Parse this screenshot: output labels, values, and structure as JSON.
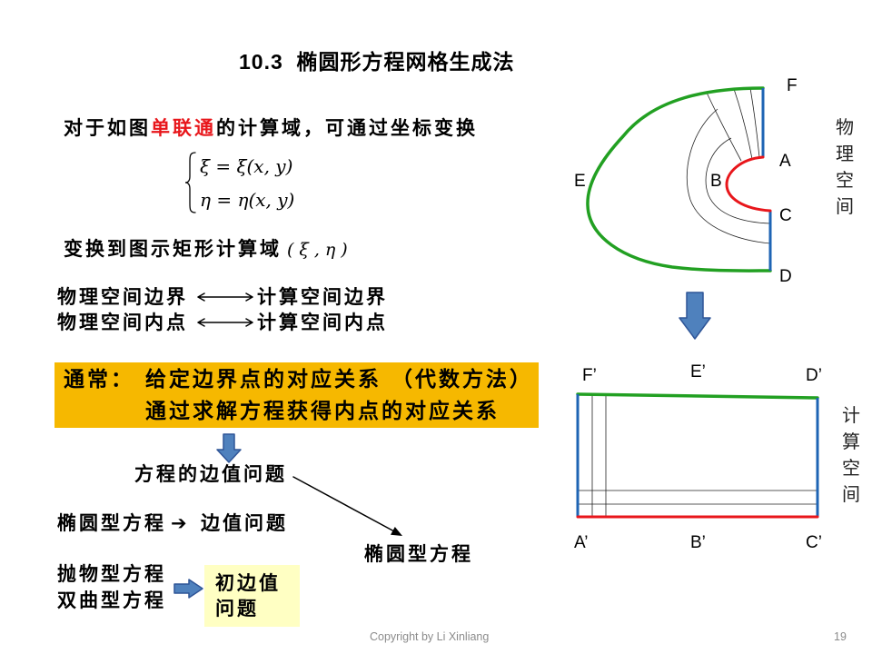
{
  "slide": {
    "title": "10.3  椭圆形方程网格生成法",
    "intro": {
      "before": "对于如图",
      "highlight": "单联通",
      "after": "的计算域，可通过坐标变换"
    },
    "equations": {
      "xi": "ξ = ξ(x, y)",
      "eta": "η = η(x, y)"
    },
    "transform": {
      "text": "变换到图示矩形计算域",
      "coords": "(ξ,η)"
    },
    "mapping": [
      {
        "left": "物理空间边界",
        "right": "计算空间边界"
      },
      {
        "left": "物理空间内点",
        "right": "计算空间内点"
      }
    ],
    "usual_box": {
      "label": "通常：",
      "line1": "给定边界点的对应关系 （代数方法）",
      "line2": "通过求解方程获得内点的对应关系"
    },
    "bvp_label": "方程的边值问题",
    "elliptic_row": {
      "left": "椭圆型方程",
      "arrow": "➔",
      "right": "边值问题"
    },
    "elliptic_target": "椭圆型方程",
    "other_equations": [
      "抛物型方程",
      "双曲型方程"
    ],
    "ibvp_box": {
      "line1": "初边值",
      "line2": "问题"
    }
  },
  "physical_space": {
    "caption": "物理空间",
    "labels": {
      "F": "F",
      "A": "A",
      "E": "E",
      "B": "B",
      "C": "C",
      "D": "D"
    }
  },
  "computational_space": {
    "caption": "计算空间",
    "labels": {
      "F": "F’",
      "E": "E’",
      "D": "D’",
      "A": "A’",
      "B": "B’",
      "C": "C’"
    }
  },
  "footer": {
    "copyright": "Copyright by Li Xinliang",
    "page": "19"
  },
  "colors": {
    "text": "#000000",
    "highlight-red": "#E8161B",
    "usual-box-bg": "#F6B800",
    "ibvp-box-bg": "#FFFFC3",
    "arrow-blue": "#4F81BD",
    "arrow-blue-border": "#2F5597",
    "boundary-green": "#22A022",
    "boundary-blue": "#1E64B4",
    "boundary-red": "#E8161B",
    "grid-line": "#222222",
    "footer-gray": "#8C8C8C"
  },
  "icons": {
    "mapping_arrow": "double-arrow-icon",
    "transition_arrow": "down-arrow-icon",
    "ibvp_arrow": "right-arrow-icon",
    "pointer_arrow": "diagonal-arrow-icon",
    "equation_brace": "left-brace-icon"
  }
}
